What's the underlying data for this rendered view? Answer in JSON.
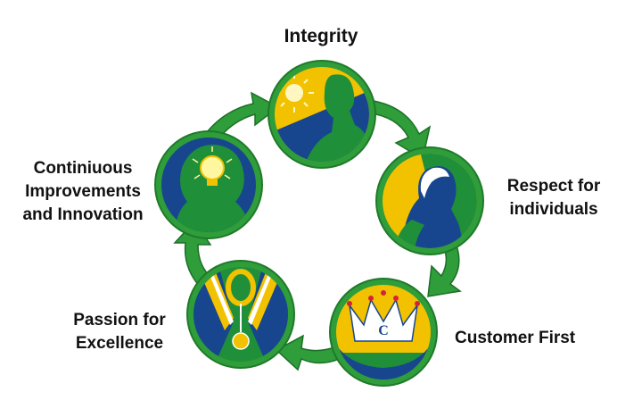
{
  "diagram": {
    "values": [
      {
        "id": "integrity",
        "label_lines": [
          "Integrity"
        ]
      },
      {
        "id": "respect",
        "label_lines": [
          "Respect for",
          "individuals"
        ]
      },
      {
        "id": "customer",
        "label_lines": [
          "Customer First"
        ]
      },
      {
        "id": "passion",
        "label_lines": [
          "Passion for",
          "Excellence"
        ]
      },
      {
        "id": "continuous",
        "label_lines": [
          "Continiuous",
          "Improvements",
          "and Innovation"
        ]
      }
    ],
    "badge_letter": "C",
    "colors": {
      "ring": "#2e9d3a",
      "ring_dark": "#1f7a2a",
      "yellow": "#f2c200",
      "blue": "#17468f",
      "green": "#1f8f3a",
      "arrow": "#2e9d3a",
      "arrow_edge": "#1c6f27",
      "crown_white": "#ffffff",
      "gem_red": "#d6213a"
    },
    "icons": [
      "sun-person-icon",
      "thinking-head-icon",
      "crown-hands-icon",
      "medal-icon",
      "lightbulb-head-icon"
    ]
  }
}
